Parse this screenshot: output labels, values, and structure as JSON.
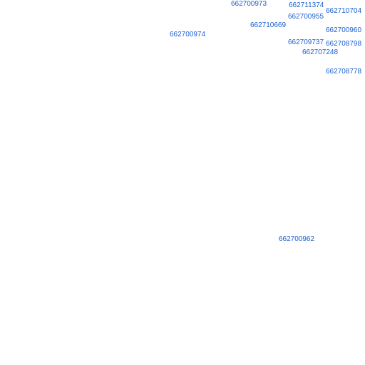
{
  "map": {
    "label_color": "#1a5fd0",
    "background": "#ffffff",
    "labels": [
      {
        "text": "662700973"
      },
      {
        "text": "662711374"
      },
      {
        "text": "662710704"
      },
      {
        "text": "662700955"
      },
      {
        "text": "662710669"
      },
      {
        "text": "662700960"
      },
      {
        "text": "662700974"
      },
      {
        "text": "662709737"
      },
      {
        "text": "662708798"
      },
      {
        "text": "662707248"
      },
      {
        "text": "662708778"
      },
      {
        "text": "662700962"
      }
    ]
  }
}
